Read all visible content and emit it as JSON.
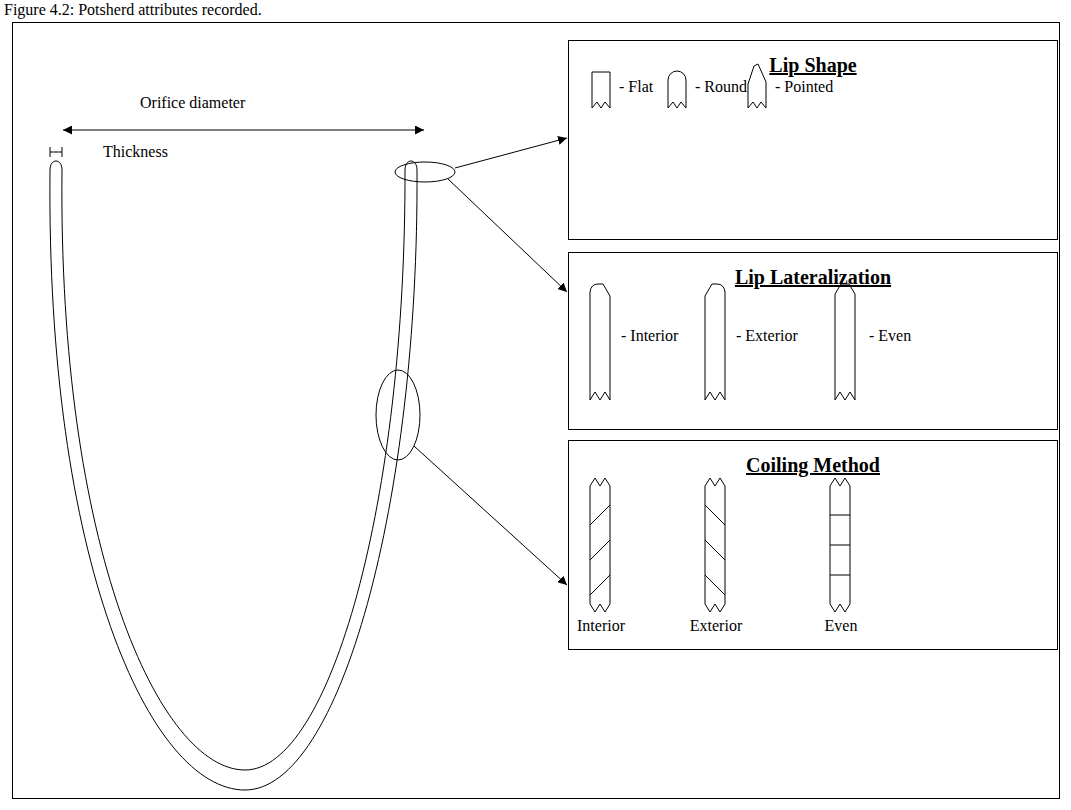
{
  "diagram": {
    "title": "Figure 4.2: Potsherd attributes recorded.",
    "nodes": [
      {
        "text": [
          "Lip Shape",
          "- Flat",
          "- Round",
          "- Pointed"
        ]
      },
      {
        "text": [
          "Lip Lateralization",
          "- Interior",
          "- Exterior",
          "- Even"
        ]
      },
      {
        "text": [
          "Coiling Method",
          "Interior",
          "Exterior",
          "Even"
        ]
      }
    ],
    "labels": [
      "Orifice diameter",
      "Thickness"
    ]
  }
}
